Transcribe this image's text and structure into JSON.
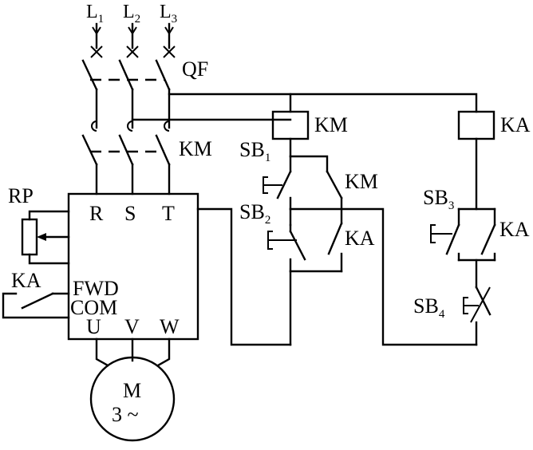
{
  "phases": [
    {
      "letter": "L",
      "sub": "1"
    },
    {
      "letter": "L",
      "sub": "2"
    },
    {
      "letter": "L",
      "sub": "3"
    }
  ],
  "breaker": "QF",
  "contactor": "KM",
  "relay": "KA",
  "potentiometer": "RP",
  "inverter": {
    "inputs": [
      "R",
      "S",
      "T"
    ],
    "outputs": [
      "U",
      "V",
      "W"
    ],
    "fwd": "FWD",
    "com": "COM"
  },
  "motor": {
    "name": "M",
    "spec": "3 ~"
  },
  "buttons": [
    {
      "letter": "SB",
      "sub": "1"
    },
    {
      "letter": "SB",
      "sub": "2"
    },
    {
      "letter": "SB",
      "sub": "3"
    },
    {
      "letter": "SB",
      "sub": "4"
    }
  ]
}
